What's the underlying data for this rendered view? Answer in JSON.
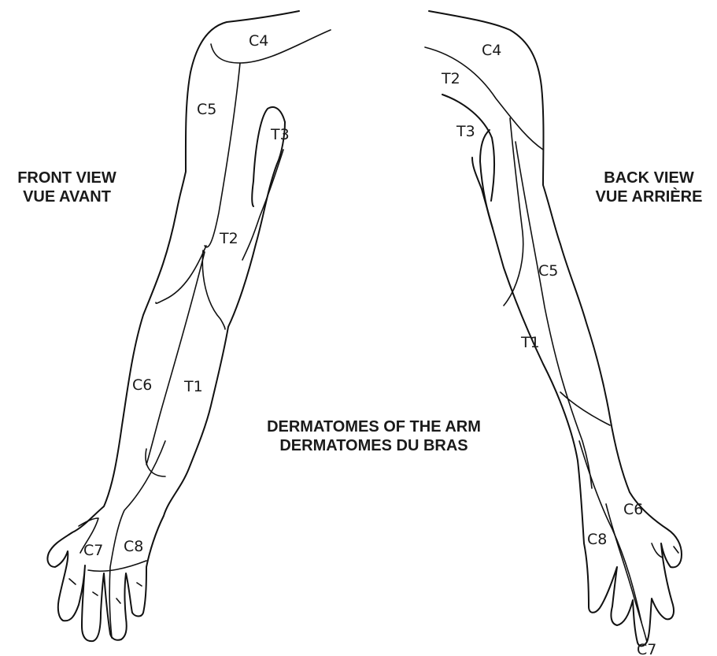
{
  "views": {
    "front": {
      "line1": "FRONT VIEW",
      "line2": "VUE AVANT"
    },
    "back": {
      "line1": "BACK VIEW",
      "line2": "VUE ARRIÈRE"
    }
  },
  "title": {
    "line1": "DERMATOMES OF THE ARM",
    "line2": "DERMATOMES DU BRAS"
  },
  "front_labels": {
    "c4": "C4",
    "c5": "C5",
    "t3": "T3",
    "t2": "T2",
    "c6": "C6",
    "t1": "T1",
    "c7": "C7",
    "c8": "C8"
  },
  "back_labels": {
    "c4": "C4",
    "t2": "T2",
    "t3": "T3",
    "c5": "C5",
    "t1": "T1",
    "c6": "C6",
    "c8": "C8",
    "c7": "C7"
  },
  "colors": {
    "line": "#111111",
    "text": "#1a1a1a",
    "background": "#ffffff"
  }
}
